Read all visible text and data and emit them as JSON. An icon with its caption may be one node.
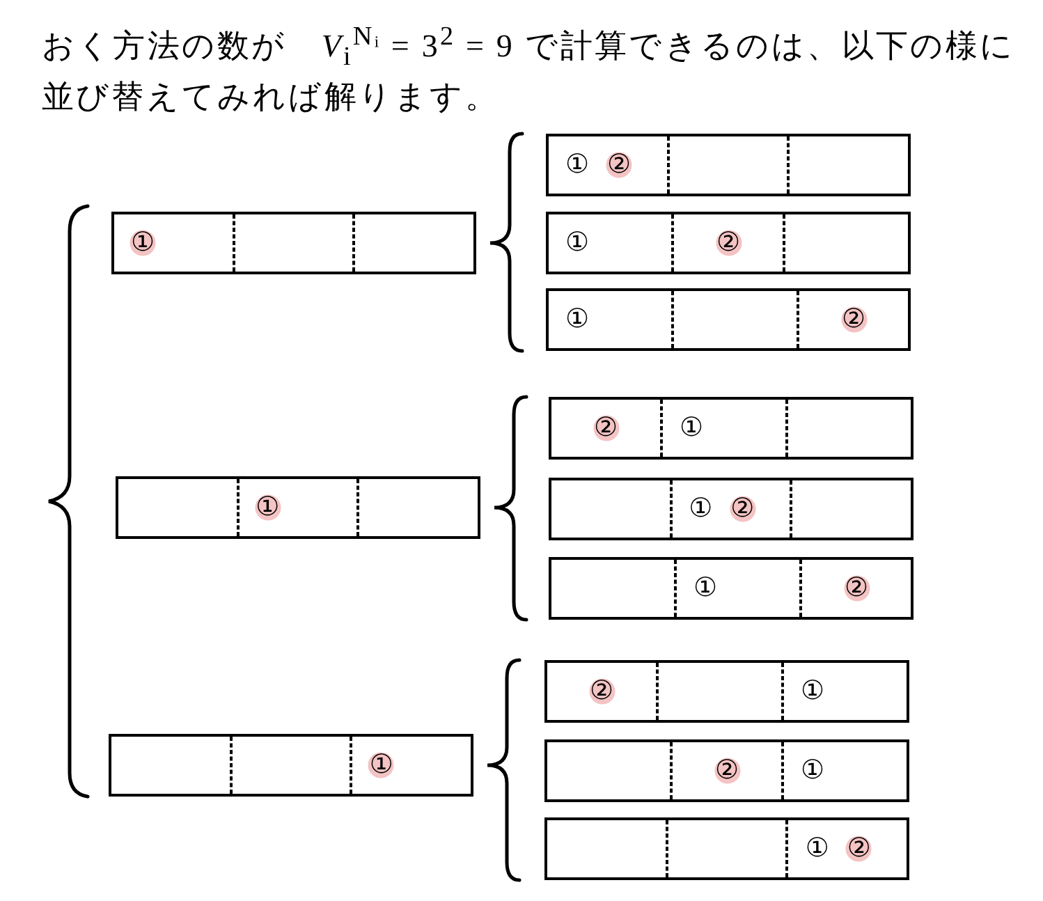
{
  "diagram": {
    "title": "おく方法の数が　*V*$_{i}$$^{Nᵢ}$ = 3$^{2}$ = 9 で計算できるのは、以下の様に並び替えてみれば解ります。",
    "nodes": [
      {
        "text": [],
        "shape": "box"
      },
      {
        "text": [
          "①"
        ],
        "in": 0
      },
      {
        "text": [],
        "shape": "box",
        "in": 0
      },
      {
        "text": [],
        "shape": "box",
        "in": 0
      },
      {
        "text": [],
        "shape": "box"
      },
      {
        "text": [
          "①",
          "②"
        ],
        "in": 4
      },
      {
        "text": [],
        "shape": "box",
        "in": 4
      },
      {
        "text": [],
        "shape": "box",
        "in": 4
      },
      {
        "text": [],
        "shape": "box"
      },
      {
        "text": [
          "①"
        ],
        "in": 8
      },
      {
        "text": [
          "②"
        ],
        "in": 8
      },
      {
        "text": [],
        "shape": "box",
        "in": 8
      },
      {
        "text": [],
        "shape": "box"
      },
      {
        "text": [
          "①"
        ],
        "in": 12
      },
      {
        "text": [],
        "shape": "box",
        "in": 12
      },
      {
        "text": [
          "②"
        ],
        "in": 12
      },
      {
        "text": [],
        "shape": "box"
      },
      {
        "text": [],
        "shape": "box",
        "in": 16
      },
      {
        "text": [
          "①"
        ],
        "in": 16
      },
      {
        "text": [],
        "shape": "box",
        "in": 16
      },
      {
        "text": [],
        "shape": "box"
      },
      {
        "text": [
          "②"
        ],
        "in": 20
      },
      {
        "text": [
          "①"
        ],
        "in": 20
      },
      {
        "text": [],
        "shape": "box",
        "in": 20
      },
      {
        "text": [],
        "shape": "box"
      },
      {
        "text": [],
        "shape": "box",
        "in": 24
      },
      {
        "text": [
          "①",
          "②"
        ],
        "in": 24
      },
      {
        "text": [],
        "shape": "box",
        "in": 24
      },
      {
        "text": [],
        "shape": "box"
      },
      {
        "text": [],
        "shape": "box",
        "in": 28
      },
      {
        "text": [
          "①"
        ],
        "in": 28
      },
      {
        "text": [
          "②"
        ],
        "in": 28
      },
      {
        "text": [],
        "shape": "box"
      },
      {
        "text": [],
        "shape": "box",
        "in": 32
      },
      {
        "text": [],
        "shape": "box",
        "in": 32
      },
      {
        "text": [
          "①"
        ],
        "in": 32
      },
      {
        "text": [],
        "shape": "box"
      },
      {
        "text": [
          "②"
        ],
        "in": 36
      },
      {
        "text": [],
        "shape": "box",
        "in": 36
      },
      {
        "text": [
          "①"
        ],
        "in": 36
      },
      {
        "text": [],
        "shape": "box"
      },
      {
        "text": [],
        "shape": "box",
        "in": 40
      },
      {
        "text": [
          "②"
        ],
        "in": 40
      },
      {
        "text": [
          "①"
        ],
        "in": 40
      },
      {
        "text": [],
        "shape": "box"
      },
      {
        "text": [],
        "shape": "box",
        "in": 44
      },
      {
        "text": [],
        "shape": "box",
        "in": 44
      },
      {
        "text": [
          "①",
          "②"
        ],
        "in": 44
      }
    ]
  }
}
